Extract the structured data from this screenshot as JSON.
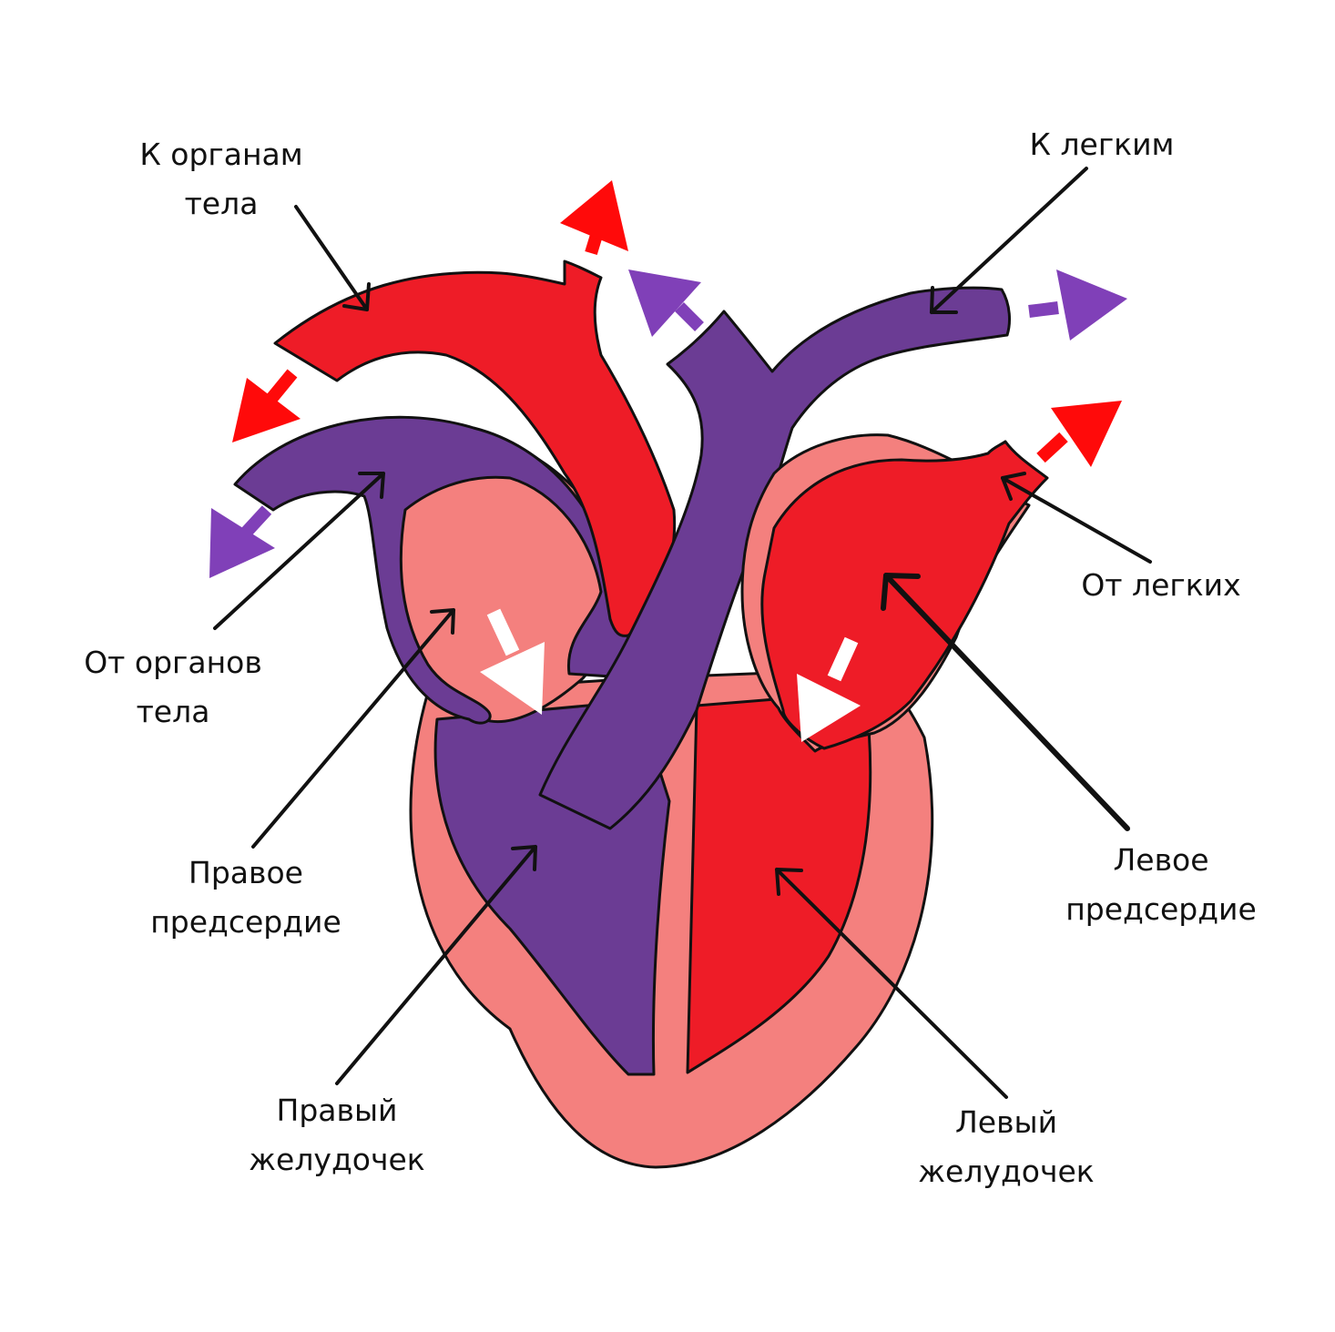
{
  "colors": {
    "oxygenated": "#ee1c27",
    "deoxygenated": "#6b3c94",
    "muscle": "#f4807e",
    "outline": "#111111",
    "flow_red": "#ff0a0a",
    "flow_purple": "#8040b8",
    "flow_white": "#ffffff"
  },
  "labels": {
    "to_body": [
      "К органам",
      "тела"
    ],
    "to_lungs": [
      "К легким"
    ],
    "from_body": [
      "От органов",
      "тела"
    ],
    "from_lungs": [
      "От легких"
    ],
    "right_atrium": [
      "Правое",
      "предсердие"
    ],
    "left_atrium": [
      "Левое",
      "предсердие"
    ],
    "right_ventricle": [
      "Правый",
      "желудочек"
    ],
    "left_ventricle": [
      "Левый",
      "желудочек"
    ]
  }
}
